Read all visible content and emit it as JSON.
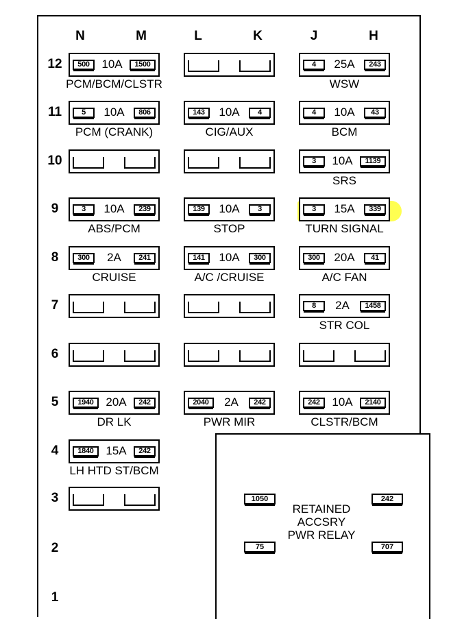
{
  "columns": [
    "N",
    "M",
    "L",
    "K",
    "J",
    "H"
  ],
  "rows": [
    "12",
    "11",
    "10",
    "9",
    "8",
    "7",
    "6",
    "5",
    "4",
    "3",
    "2",
    "1"
  ],
  "fuses": [
    {
      "row": "12",
      "group": "left",
      "term_a": "500",
      "rating": "10A",
      "term_b": "1500",
      "caption": "PCM/BCM/CLSTR"
    },
    {
      "row": "12",
      "group": "middle",
      "term_a": "",
      "rating": "",
      "term_b": "",
      "caption": ""
    },
    {
      "row": "12",
      "group": "right",
      "term_a": "4",
      "rating": "25A",
      "term_b": "243",
      "caption": "WSW"
    },
    {
      "row": "11",
      "group": "left",
      "term_a": "5",
      "rating": "10A",
      "term_b": "806",
      "caption": "PCM (CRANK)"
    },
    {
      "row": "11",
      "group": "middle",
      "term_a": "143",
      "rating": "10A",
      "term_b": "4",
      "caption": "CIG/AUX"
    },
    {
      "row": "11",
      "group": "right",
      "term_a": "4",
      "rating": "10A",
      "term_b": "43",
      "caption": "BCM"
    },
    {
      "row": "10",
      "group": "left",
      "term_a": "",
      "rating": "",
      "term_b": "",
      "caption": ""
    },
    {
      "row": "10",
      "group": "middle",
      "term_a": "",
      "rating": "",
      "term_b": "",
      "caption": ""
    },
    {
      "row": "10",
      "group": "right",
      "term_a": "3",
      "rating": "10A",
      "term_b": "1139",
      "caption": "SRS"
    },
    {
      "row": "9",
      "group": "left",
      "term_a": "3",
      "rating": "10A",
      "term_b": "239",
      "caption": "ABS/PCM"
    },
    {
      "row": "9",
      "group": "middle",
      "term_a": "139",
      "rating": "10A",
      "term_b": "3",
      "caption": "STOP"
    },
    {
      "row": "9",
      "group": "right",
      "term_a": "3",
      "rating": "15A",
      "term_b": "339",
      "caption": "TURN SIGNAL",
      "highlighted": true
    },
    {
      "row": "8",
      "group": "left",
      "term_a": "300",
      "rating": "2A",
      "term_b": "241",
      "caption": "CRUISE"
    },
    {
      "row": "8",
      "group": "middle",
      "term_a": "141",
      "rating": "10A",
      "term_b": "300",
      "caption": "A/C /CRUISE"
    },
    {
      "row": "8",
      "group": "right",
      "term_a": "300",
      "rating": "20A",
      "term_b": "41",
      "caption": "A/C FAN"
    },
    {
      "row": "7",
      "group": "left",
      "term_a": "",
      "rating": "",
      "term_b": "",
      "caption": ""
    },
    {
      "row": "7",
      "group": "middle",
      "term_a": "",
      "rating": "",
      "term_b": "",
      "caption": ""
    },
    {
      "row": "7",
      "group": "right",
      "term_a": "8",
      "rating": "2A",
      "term_b": "1458",
      "caption": "STR COL"
    },
    {
      "row": "6",
      "group": "left",
      "term_a": "",
      "rating": "",
      "term_b": "",
      "caption": ""
    },
    {
      "row": "6",
      "group": "middle",
      "term_a": "",
      "rating": "",
      "term_b": "",
      "caption": ""
    },
    {
      "row": "6",
      "group": "right",
      "term_a": "",
      "rating": "",
      "term_b": "",
      "caption": ""
    },
    {
      "row": "5",
      "group": "left",
      "term_a": "1940",
      "rating": "20A",
      "term_b": "242",
      "caption": "DR LK"
    },
    {
      "row": "5",
      "group": "middle",
      "term_a": "2040",
      "rating": "2A",
      "term_b": "242",
      "caption": "PWR MIR"
    },
    {
      "row": "5",
      "group": "right",
      "term_a": "242",
      "rating": "10A",
      "term_b": "2140",
      "caption": "CLSTR/BCM"
    },
    {
      "row": "4",
      "group": "left",
      "term_a": "1840",
      "rating": "15A",
      "term_b": "242",
      "caption": "LH HTD ST/BCM"
    },
    {
      "row": "3",
      "group": "left",
      "term_a": "",
      "rating": "",
      "term_b": "",
      "caption": ""
    }
  ],
  "relay": {
    "label_lines": [
      "RETAINED",
      "ACCSRY",
      "PWR RELAY"
    ],
    "term_top_left": "1050",
    "term_top_right": "242",
    "term_bottom_left": "75",
    "term_bottom_right": "707"
  },
  "colors": {
    "highlight": "#ffff33",
    "line": "#000000"
  }
}
